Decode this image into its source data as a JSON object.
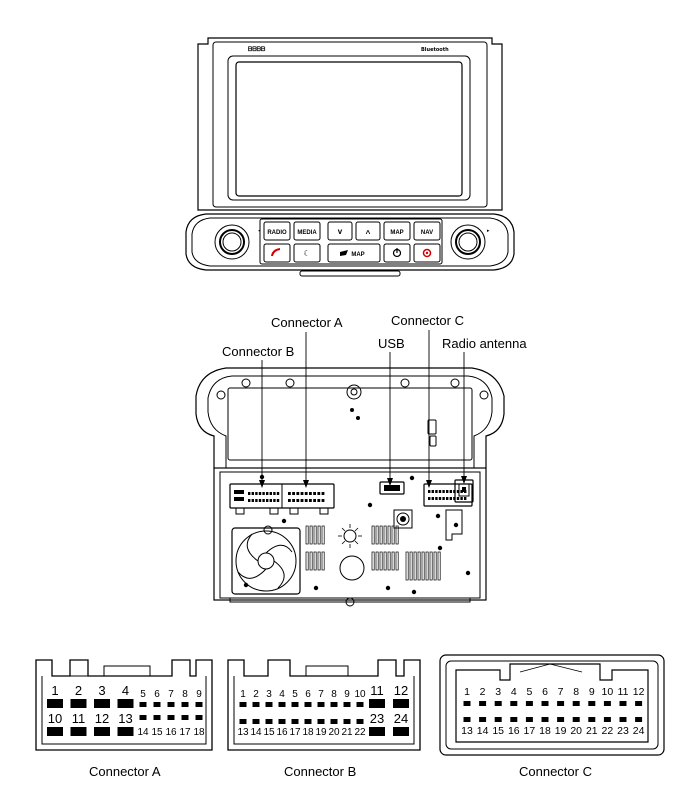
{
  "unit": {
    "brand": "ᗷᗷᗷᗷ",
    "bluetooth_label": "Bluetooth",
    "buttons_top": [
      "RADIO",
      "MEDIA",
      "v",
      "^",
      "MAP",
      "NAV"
    ],
    "buttons_bottom": [
      "",
      "",
      "MAP",
      "",
      ""
    ],
    "icon_names": [
      "phone-icon",
      "moon-icon",
      "nav-logo-icon",
      "power-icon",
      "settings-icon"
    ]
  },
  "callouts": {
    "connector_a": "Connector A",
    "connector_b": "Connector B",
    "connector_c": "Connector C",
    "usb": "USB",
    "radio_antenna": "Radio antenna"
  },
  "connectors": [
    {
      "id": "a",
      "caption": "Connector A",
      "large_top": [
        "1",
        "2",
        "3",
        "4"
      ],
      "small_top": [
        "5",
        "6",
        "7",
        "8",
        "9"
      ],
      "large_bottom": [
        "10",
        "11",
        "12",
        "13"
      ],
      "small_bottom": [
        "14",
        "15",
        "16",
        "17",
        "18"
      ]
    },
    {
      "id": "b",
      "caption": "Connector B",
      "small_top": [
        "1",
        "2",
        "3",
        "4",
        "5",
        "6",
        "7",
        "8",
        "9",
        "10"
      ],
      "large_top": [
        "11",
        "12"
      ],
      "small_bottom": [
        "13",
        "14",
        "15",
        "16",
        "17",
        "18",
        "19",
        "20",
        "21",
        "22"
      ],
      "large_bottom": [
        "23",
        "24"
      ]
    },
    {
      "id": "c",
      "caption": "Connector C",
      "top": [
        "1",
        "2",
        "3",
        "4",
        "5",
        "6",
        "7",
        "8",
        "9",
        "10",
        "11",
        "12"
      ],
      "bottom": [
        "13",
        "14",
        "15",
        "16",
        "17",
        "18",
        "19",
        "20",
        "21",
        "22",
        "23",
        "24"
      ]
    }
  ]
}
